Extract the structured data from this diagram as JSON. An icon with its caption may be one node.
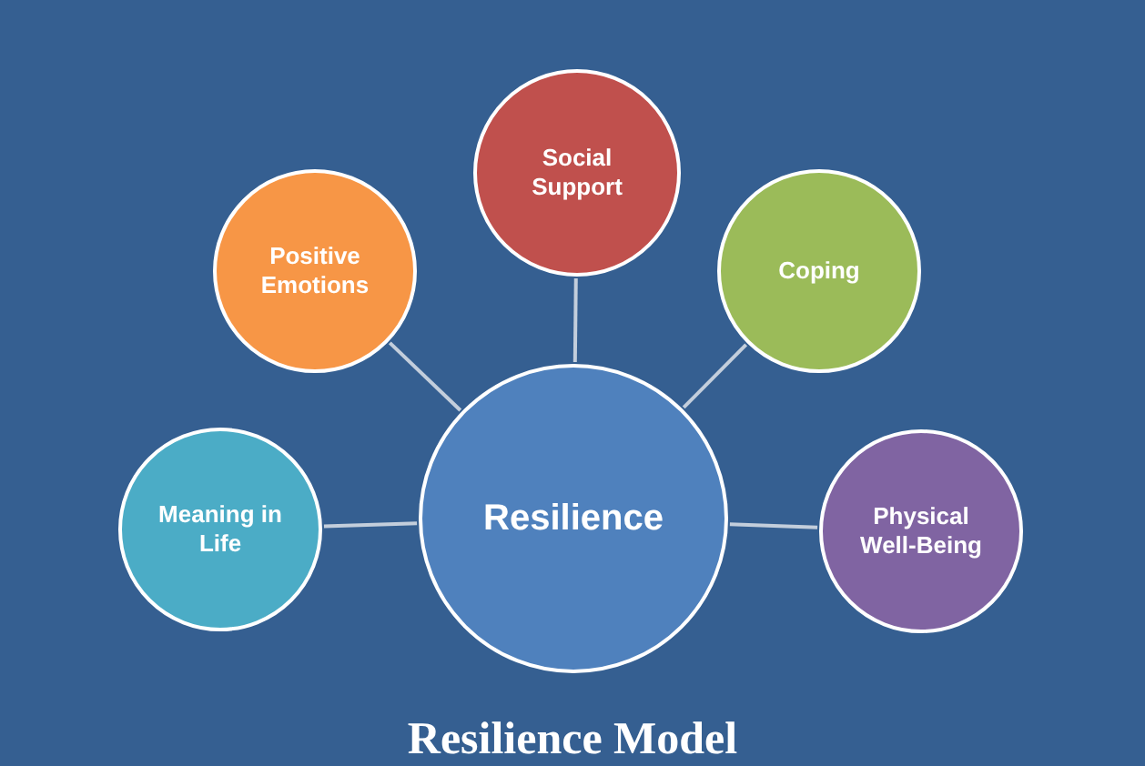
{
  "diagram": {
    "title": "Resilience Model",
    "nodes": [
      {
        "text": [
          "Resilience"
        ]
      },
      {
        "text": [
          "Meaning in Life"
        ]
      },
      {
        "text": [
          "Positive Emotions"
        ]
      },
      {
        "text": [
          "Social Support"
        ]
      },
      {
        "text": [
          "Coping"
        ]
      },
      {
        "text": [
          "Physical Well-Being"
        ]
      }
    ],
    "edges": [
      {
        "from": 0,
        "to": 1,
        "arrow": "none"
      },
      {
        "from": 0,
        "to": 2,
        "arrow": "none"
      },
      {
        "from": 0,
        "to": 3,
        "arrow": "none"
      },
      {
        "from": 0,
        "to": 4,
        "arrow": "none"
      },
      {
        "from": 0,
        "to": 5,
        "arrow": "none"
      }
    ]
  }
}
